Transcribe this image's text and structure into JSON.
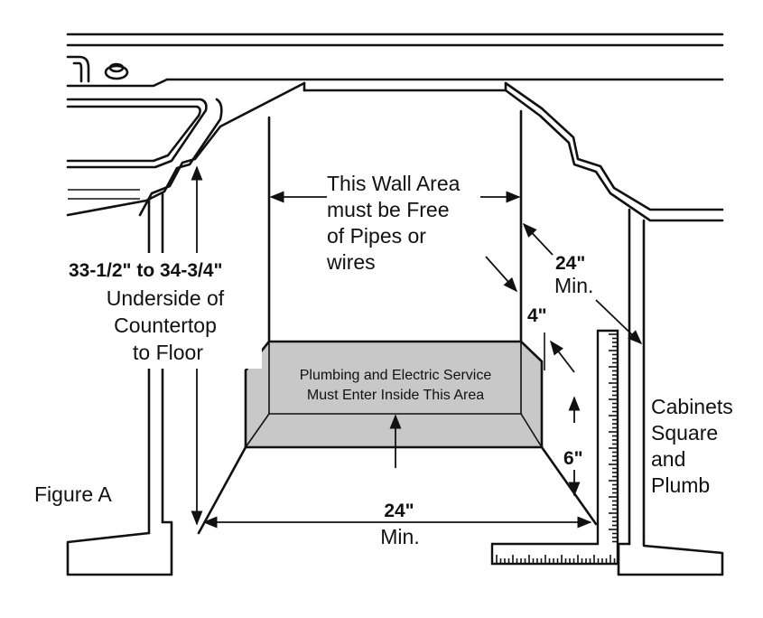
{
  "figure_label": "Figure A",
  "wall_area_note": [
    "This Wall Area",
    "must be Free",
    "of Pipes or",
    "wires"
  ],
  "height_dimension": {
    "value": "33-1/2\" to 34-3/4\"",
    "description": [
      "Underside of",
      "Countertop",
      "to Floor"
    ]
  },
  "service_area_note": [
    "Plumbing and Electric Service",
    "Must Enter Inside This Area"
  ],
  "side_clearance": {
    "value": "24\"",
    "unit": "Min."
  },
  "width_clearance": {
    "value": "24\"",
    "unit": "Min."
  },
  "top_offset": {
    "value": "4\""
  },
  "bottom_offset": {
    "value": "6\""
  },
  "cabinet_note": [
    "Cabinets",
    "Square",
    "and",
    "Plumb"
  ],
  "colors": {
    "line": "#111111",
    "service_area_fill": "#c8c8c8",
    "background": "#ffffff"
  }
}
